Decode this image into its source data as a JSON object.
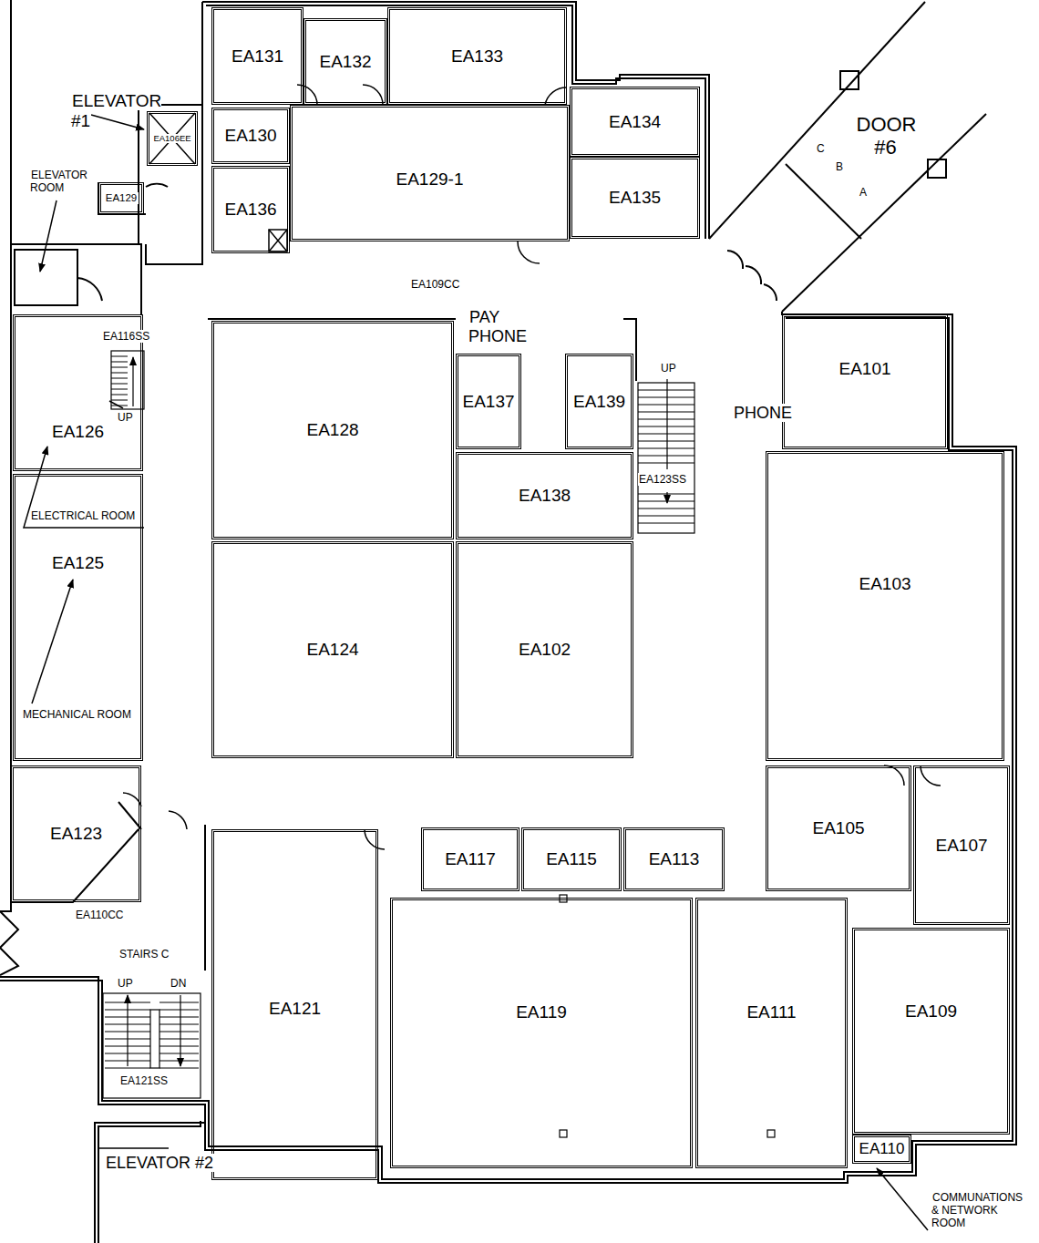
{
  "diagram": {
    "nodes": [
      {
        "text": [
          "EA131"
        ]
      },
      {
        "text": [
          "EA132"
        ]
      },
      {
        "text": [
          "EA133"
        ]
      },
      {
        "text": [
          "EA130"
        ]
      },
      {
        "text": [
          "EA106EE"
        ]
      },
      {
        "text": [
          "EA134"
        ]
      },
      {
        "text": [
          "EA129-1"
        ]
      },
      {
        "text": [
          "EA129"
        ]
      },
      {
        "text": [
          "EA135"
        ]
      },
      {
        "text": [
          "EA136"
        ]
      },
      {
        "text": [
          "EA101"
        ]
      },
      {
        "text": [
          "EA128"
        ]
      },
      {
        "text": [
          "EA137"
        ]
      },
      {
        "text": [
          "EA139"
        ]
      },
      {
        "text": [
          "EA126"
        ]
      },
      {
        "text": [
          "EA138"
        ]
      },
      {
        "text": [
          "EA125"
        ]
      },
      {
        "text": [
          "EA103"
        ]
      },
      {
        "text": [
          "EA124"
        ]
      },
      {
        "text": [
          "EA102"
        ]
      },
      {
        "text": [
          "EA105"
        ]
      },
      {
        "text": [
          "EA123"
        ]
      },
      {
        "text": [
          "EA117"
        ]
      },
      {
        "text": [
          "EA115"
        ]
      },
      {
        "text": [
          "EA113"
        ]
      },
      {
        "text": [
          "EA107"
        ]
      },
      {
        "text": [
          "EA121"
        ]
      },
      {
        "text": [
          "EA119"
        ]
      },
      {
        "text": [
          "EA111"
        ]
      },
      {
        "text": [
          "EA109"
        ]
      },
      {
        "text": [
          "EA110"
        ]
      }
    ],
    "labels": [
      "ELEVATOR #1",
      "ELEVATOR ROOM",
      "EA109CC",
      "PAY PHONE",
      "UP",
      "PHONE",
      "DOOR #6",
      "C",
      "B",
      "A",
      "EA116SS",
      "UP",
      "EA123SS",
      "ELECTRICAL ROOM",
      "MECHANICAL ROOM",
      "EA110CC",
      "STAIRS C",
      "UP",
      "DN",
      "EA121SS",
      "ELEVATOR #2",
      "COMMUNATIONS & NETWORK ROOM"
    ]
  }
}
